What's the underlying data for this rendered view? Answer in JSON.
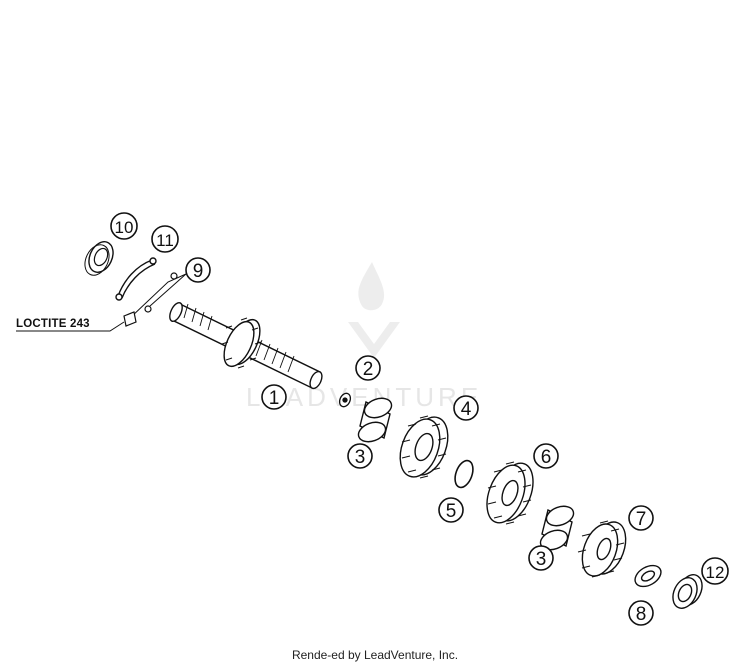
{
  "diagram": {
    "callouts": [
      {
        "id": "c1",
        "label": "1"
      },
      {
        "id": "c2",
        "label": "2"
      },
      {
        "id": "c3a",
        "label": "3"
      },
      {
        "id": "c3b",
        "label": "3"
      },
      {
        "id": "c4",
        "label": "4"
      },
      {
        "id": "c5",
        "label": "5"
      },
      {
        "id": "c6",
        "label": "6"
      },
      {
        "id": "c7",
        "label": "7"
      },
      {
        "id": "c8",
        "label": "8"
      },
      {
        "id": "c9",
        "label": "9"
      },
      {
        "id": "c10",
        "label": "10"
      },
      {
        "id": "c11",
        "label": "11"
      },
      {
        "id": "c12",
        "label": "12"
      }
    ],
    "note_label": "LOCTITE 243"
  },
  "watermark": {
    "text": "LEADVENTURE"
  },
  "footer": {
    "text": "Rende-ed by LeadVenture, Inc."
  }
}
